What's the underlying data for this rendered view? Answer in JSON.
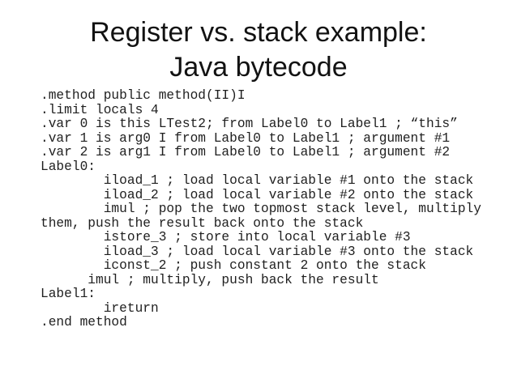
{
  "slide": {
    "title": {
      "line1": "Register vs. stack example:",
      "line2": "Java bytecode"
    },
    "code_lines": [
      ".method public method(II)I",
      ".limit locals 4",
      ".var 0 is this LTest2; from Label0 to Label1 ; “this”",
      ".var 1 is arg0 I from Label0 to Label1 ; argument #1",
      ".var 2 is arg1 I from Label0 to Label1 ; argument #2",
      "Label0:",
      "        iload_1 ; load local variable #1 onto the stack",
      "        iload_2 ; load local variable #2 onto the stack",
      "        imul ; pop the two topmost stack level, multiply",
      "them, push the result back onto the stack",
      "        istore_3 ; store into local variable #3",
      "        iload_3 ; load local variable #3 onto the stack",
      "        iconst_2 ; push constant 2 onto the stack",
      "      imul ; multiply, push back the result",
      "Label1:",
      "        ireturn",
      ".end method"
    ],
    "colors": {
      "background": "#ffffff",
      "text": "#1f1f1f"
    }
  }
}
